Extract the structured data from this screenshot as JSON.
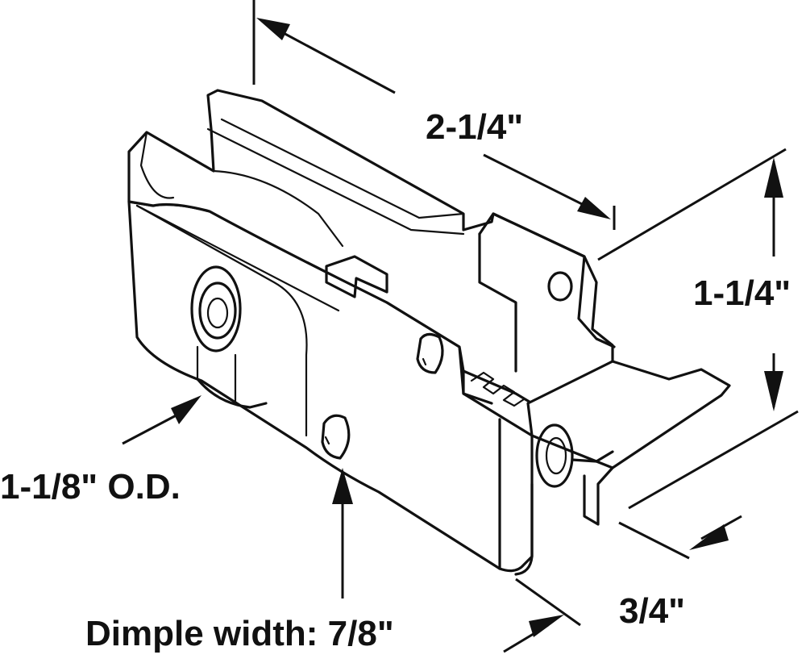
{
  "diagram": {
    "dimensions": {
      "length": "2-1/4\"",
      "height": "1-1/4\"",
      "width": "3/4\"",
      "wheel_od": "1-1/8\" O.D.",
      "dimple_width": "Dimple width: 7/8\""
    }
  }
}
